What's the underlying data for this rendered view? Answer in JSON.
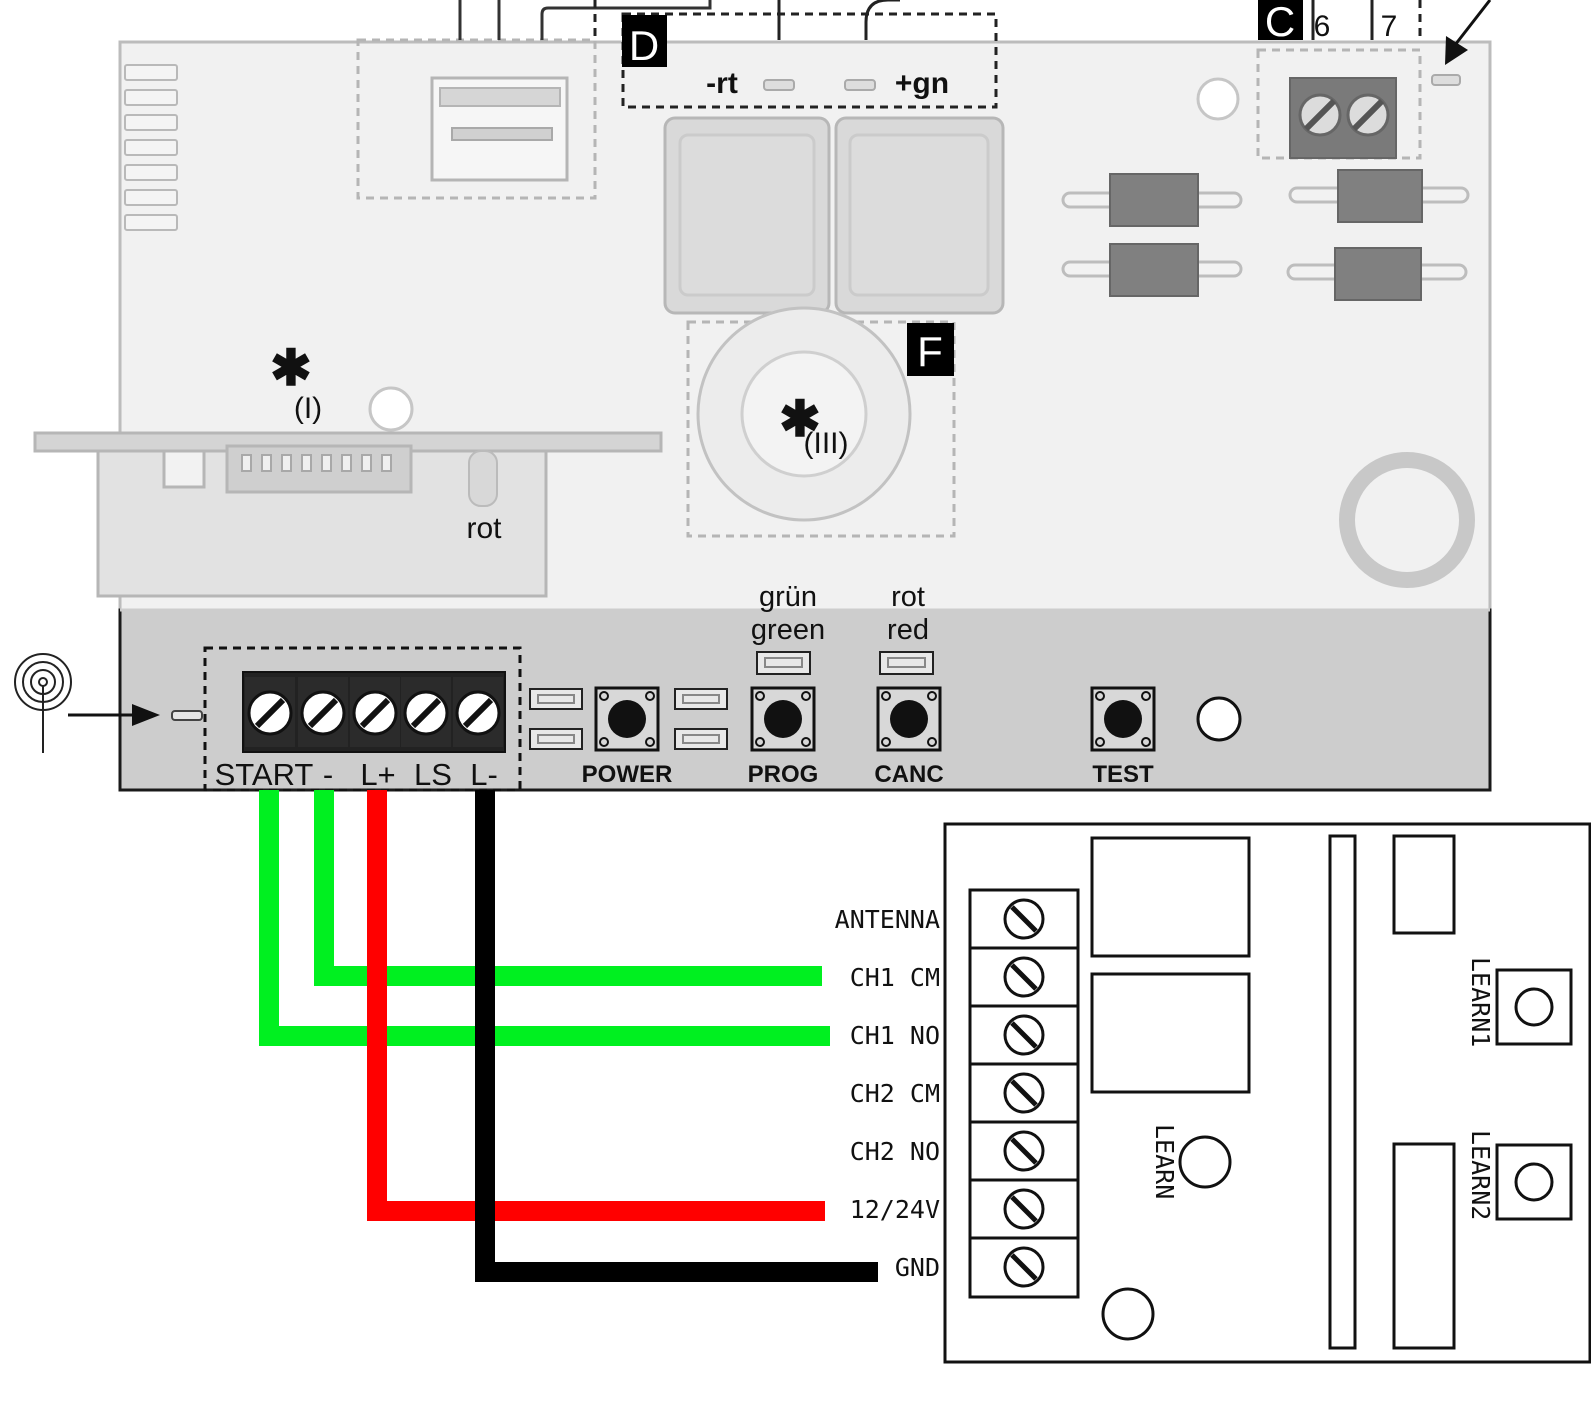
{
  "labels": {
    "D": "D",
    "C": "C",
    "F": "F",
    "six": "6",
    "seven": "7",
    "minus_rt": "-rt",
    "plus_gn": "+gn",
    "asterisk1": "✱",
    "roman1": "(I)",
    "asterisk3": "✱",
    "roman3": "(III)",
    "rot": "rot"
  },
  "led_labels": {
    "green_de": "grün",
    "green_en": "green",
    "red_de": "rot",
    "red_en": "red"
  },
  "terminals": [
    "START",
    "-",
    "L+",
    "LS",
    "L-"
  ],
  "buttons": {
    "power": "POWER",
    "prog": "PROG",
    "canc": "CANC",
    "test": "TEST"
  },
  "receiver": {
    "terminals": [
      "ANTENNA",
      "CH1 CM",
      "CH1 NO",
      "CH2 CM",
      "CH2 NO",
      "12/24V",
      "GND"
    ],
    "learn": "LEARN",
    "learn1": "LEARN1",
    "learn2": "LEARN2"
  },
  "wire_colors": {
    "start_ch1_no": "#00f020",
    "minus_ch1_cm": "#00f020",
    "lplus_power": "#ff0000",
    "lminus_gnd": "#000000"
  }
}
